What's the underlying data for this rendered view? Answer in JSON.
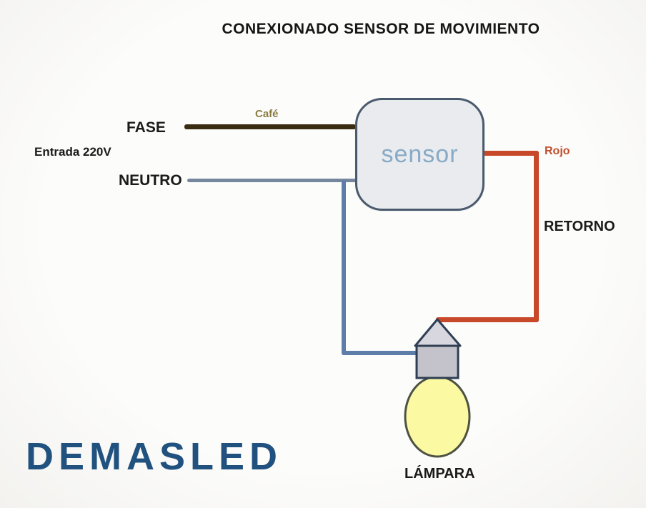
{
  "title": "CONEXIONADO SENSOR DE MOVIMIENTO",
  "labels": {
    "fase": "FASE",
    "entrada": "Entrada 220V",
    "neutro": "NEUTRO",
    "cafe": "Café",
    "sensor": "sensor",
    "rojo": "Rojo",
    "retorno": "RETORNO",
    "lampara": "LÁMPARA"
  },
  "logo": "DEMASLED",
  "colors": {
    "fase_wire": "#3a2c10",
    "neutro_wire": "#75879c",
    "neutro_branch_wire": "#5d7eab",
    "retorno_wire": "#c8482a",
    "cafe_label": "#8b7b42",
    "rojo_label": "#c14f2e",
    "sensor_fill": "#e9ebee",
    "sensor_border": "#4a5a6d",
    "sensor_text": "#87aac7",
    "triangle_fill": "#d8d6de",
    "socket_fill": "#c4c3cb",
    "socket_border": "#2f3e52",
    "bulb_fill": "#fbf9a2",
    "bulb_border": "#4e5242",
    "logo_color": "#20517f"
  }
}
